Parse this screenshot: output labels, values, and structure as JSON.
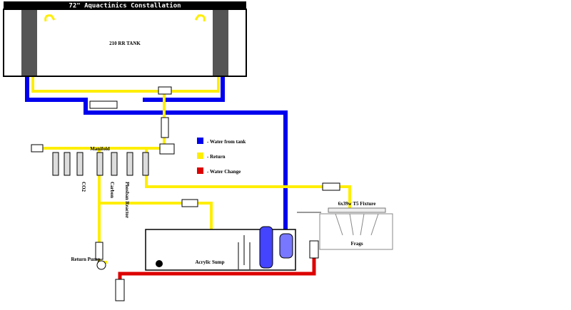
{
  "title": "72\" Aquactinics Constallation",
  "tank_label": "210 RR TANK",
  "manifold_label": "Manifold",
  "reactors": [
    "CO2",
    "Carbon",
    "Phosban Reactor"
  ],
  "return_pump_label": "Return Pump",
  "sump_label": "Acrylic Sump",
  "fixture_label": "6x39w T5 Fixture",
  "frags_label": "Frags",
  "legend": [
    {
      "text": "- Water from tank",
      "color": "#0000ee"
    },
    {
      "text": "- Return",
      "color": "#ffee00"
    },
    {
      "text": "- Water Change",
      "color": "#dd0000"
    }
  ],
  "colors": {
    "water_from_tank": "#0000ee",
    "return": "#ffee00",
    "water_change": "#dd0000",
    "overflow": "#555555",
    "frame": "#000000"
  }
}
